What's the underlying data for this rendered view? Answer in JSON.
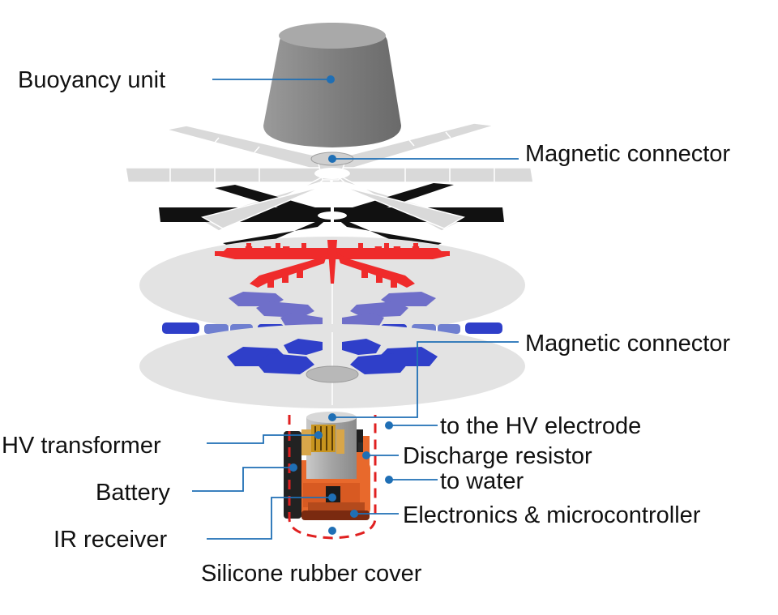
{
  "labels": {
    "buoyancy_unit": "Buoyancy unit",
    "magnetic_connector_top": "Magnetic connector",
    "magnetic_connector_mid": "Magnetic connector",
    "hv_electrode": "to the HV electrode",
    "hv_transformer": "HV transformer",
    "discharge_resistor": "Discharge resistor",
    "to_water": "to water",
    "battery": "Battery",
    "electronics": "Electronics & microcontroller",
    "ir_receiver": "IR receiver",
    "silicone_cover": "Silicone rubber cover"
  },
  "colors": {
    "leader_line": "#1f6fb5",
    "pointer_dot": "#1f6fb5",
    "buoyancy_grey": "#8d8d8d",
    "frame_light": "#d9d9d9",
    "frame_dark": "#111111",
    "electrode_red": "#ef2b2b",
    "disk_light": "#e3e3e3",
    "electrode_blue": "#2f3fc9",
    "electrode_blue_light": "#6f6fc9",
    "electronics_orange": "#e8692c",
    "cover_dash": "#e02020"
  }
}
